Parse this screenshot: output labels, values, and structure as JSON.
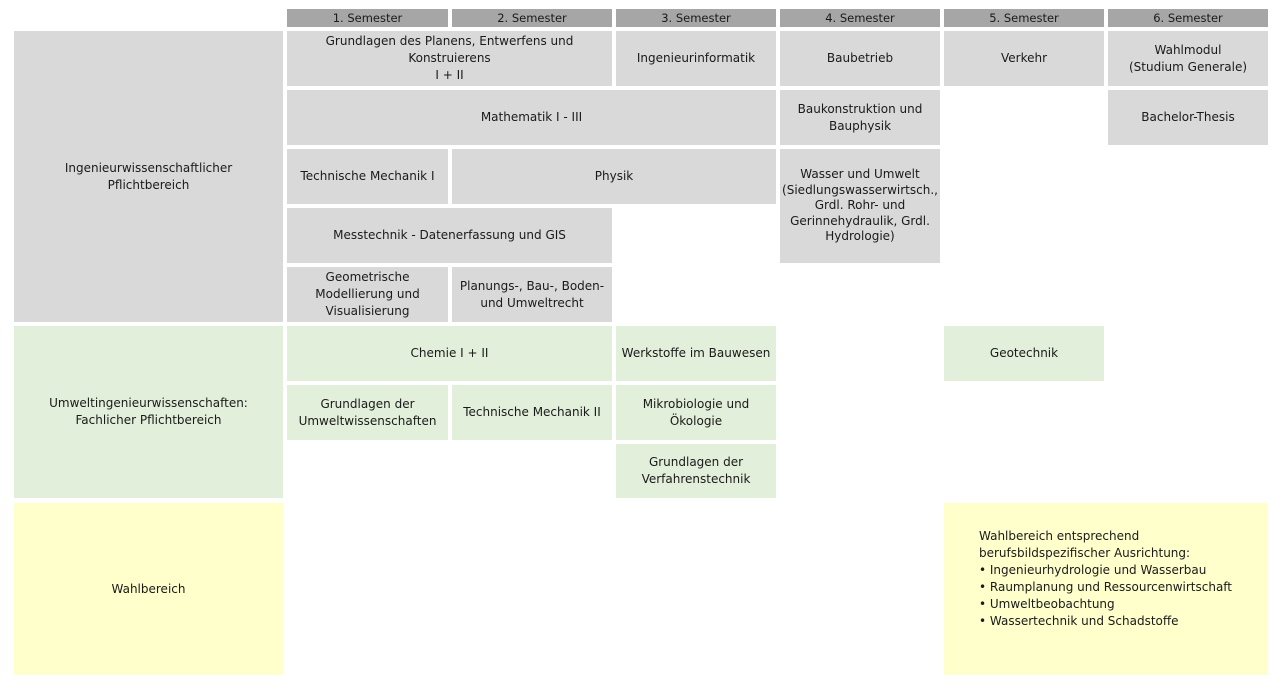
{
  "semesters": [
    "1. Semester",
    "2. Semester",
    "3. Semester",
    "4. Semester",
    "5. Semester",
    "6. Semester"
  ],
  "categories": {
    "pflicht": [
      "Ingenieurwissenschaftlicher",
      "Pflichtbereich"
    ],
    "umwelt": [
      "Umweltingenieurwissenschaften:",
      "Fachlicher Pflichtbereich"
    ],
    "wahl": "Wahlbereich"
  },
  "modules": {
    "grundlagen_planen": [
      "Grundlagen des Planens, Entwerfens und Konstruierens",
      "I + II"
    ],
    "ingenieurinformatik": "Ingenieurinformatik",
    "baubetrieb": "Baubetrieb",
    "verkehr": "Verkehr",
    "wahlmodul": [
      "Wahlmodul",
      "(Studium Generale)"
    ],
    "mathematik": "Mathematik I - III",
    "baukonstruktion": [
      "Baukonstruktion und",
      "Bauphysik"
    ],
    "bachelor_thesis": "Bachelor-Thesis",
    "tech_mechanik_1": "Technische Mechanik I",
    "physik": "Physik",
    "wasser_umwelt": [
      "Wasser und Umwelt",
      "(Siedlungswasserwirtsch.,",
      "Grdl. Rohr- und",
      "Gerinnehydraulik, Grdl.",
      "Hydrologie)"
    ],
    "messtechnik": "Messtechnik - Datenerfassung und GIS",
    "geometrische": [
      "Geometrische",
      "Modellierung und",
      "Visualisierung"
    ],
    "planungsrecht": [
      "Planungs-, Bau-, Boden-",
      "und Umweltrecht"
    ],
    "chemie": "Chemie I + II",
    "werkstoffe": "Werkstoffe im Bauwesen",
    "geotechnik": "Geotechnik",
    "grundlagen_umwelt": [
      "Grundlagen der",
      "Umweltwissenschaften"
    ],
    "tech_mechanik_2": "Technische Mechanik II",
    "mikrobiologie": [
      "Mikrobiologie und",
      "Ökologie"
    ],
    "verfahrenstechnik": [
      "Grundlagen der",
      "Verfahrenstechnik"
    ]
  },
  "wahlbereich_text": [
    "Wahlbereich entsprechend",
    "berufsbildspezifischer Ausrichtung:",
    "• Ingenieurhydrologie und Wasserbau",
    "• Raumplanung und Ressourcenwirtschaft",
    "• Umweltbeobachtung",
    "• Wassertechnik und Schadstoffe"
  ],
  "colors": {
    "header": "#a6a6a6",
    "pflicht": "#d9d9d9",
    "umwelt": "#e2efda",
    "wahl": "#ffffcc"
  }
}
